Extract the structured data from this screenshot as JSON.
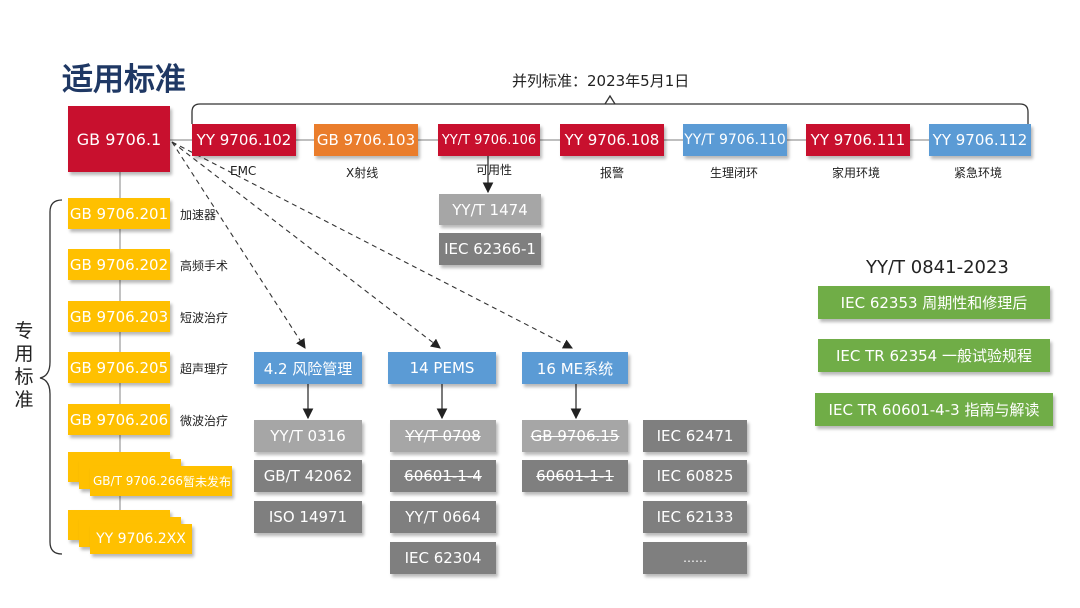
{
  "title": "适用标准",
  "parallel_caption": "并列标准：2023年5月1日",
  "side_label": [
    "专",
    "用",
    "标",
    "准"
  ],
  "general": "GB 9706.1",
  "parallel": [
    {
      "code": "YY 9706.102",
      "label": "EMC"
    },
    {
      "code": "GB 9706.103",
      "label": "X射线"
    },
    {
      "code": "YY/T 9706.106",
      "label": "可用性"
    },
    {
      "code": "YY 9706.108",
      "label": "报警"
    },
    {
      "code": "YY/T 9706.110",
      "label": "生理闭环"
    },
    {
      "code": "YY 9706.111",
      "label": "家用环境"
    },
    {
      "code": "YY 9706.112",
      "label": "紧急环境"
    }
  ],
  "usability": [
    "YY/T 1474",
    "IEC 62366-1"
  ],
  "particular": [
    {
      "code": "GB 9706.201",
      "label": "加速器"
    },
    {
      "code": "GB 9706.202",
      "label": "高频手术"
    },
    {
      "code": "GB 9706.203",
      "label": "短波治疗"
    },
    {
      "code": "GB 9706.205",
      "label": "超声理疗"
    },
    {
      "code": "GB 9706.206",
      "label": "微波治疗"
    },
    {
      "code": "GB/T 9706.266",
      "label": "暂未发布"
    },
    {
      "code": "YY 9706.2XX",
      "label": ""
    }
  ],
  "clauses": [
    "4.2 风险管理",
    "14 PEMS",
    "16 ME系统"
  ],
  "risk_col": [
    "YY/T 0316",
    "GB/T 42062",
    "ISO 14971"
  ],
  "pems_col": [
    "YY/T 0708",
    "60601-1-4",
    "YY/T 0664",
    "IEC 62304"
  ],
  "me_col": [
    "GB 9706.15",
    "60601-1-1"
  ],
  "other_col": [
    "IEC 62471",
    "IEC 60825",
    "IEC 62133",
    "……"
  ],
  "green_title": "YY/T 0841-2023",
  "green_items": [
    "IEC 62353 周期性和修理后",
    "IEC TR 62354 一般试验规程",
    "IEC TR 60601-4-3 指南与解读"
  ],
  "colors": {
    "red": "#c8102e",
    "orange": "#ea7d2c",
    "blue": "#5b9bd5",
    "yellow": "#ffc000",
    "gray_light": "#a6a6a6",
    "gray_dark": "#7f7f7f",
    "green": "#70ad47"
  }
}
